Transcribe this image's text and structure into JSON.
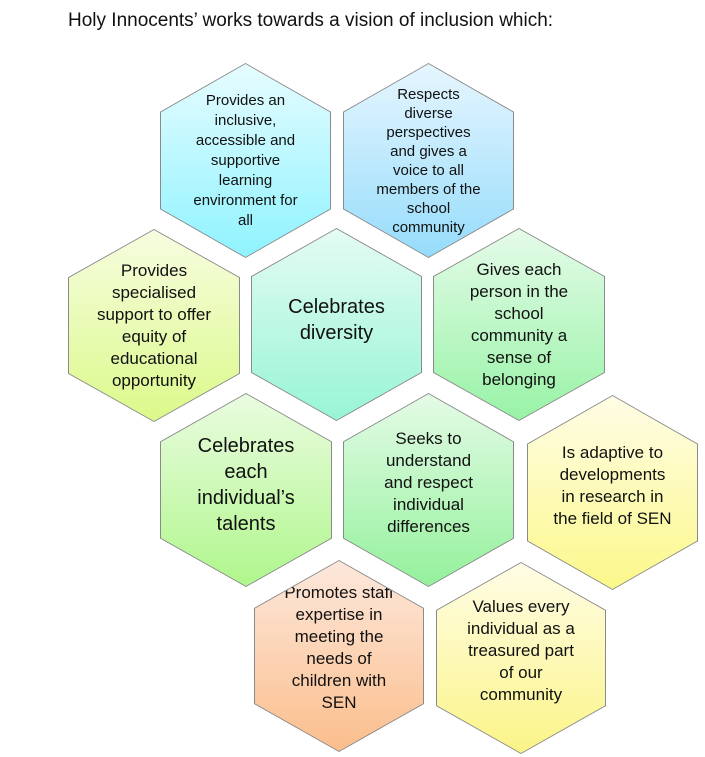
{
  "title": "Holy Innocents’ works towards a vision of inclusion which:",
  "hexagons": [
    {
      "text": "Provides an inclusive, accessible and supportive learning environment for all",
      "color_top": "#e6fcff",
      "color_bottom": "#8ff3ff"
    },
    {
      "text": "Respects diverse perspectives and gives a voice to all members of the school community",
      "color_top": "#e6f6ff",
      "color_bottom": "#96dcfb"
    },
    {
      "text": "Provides specialised support to offer equity of educational opportunity",
      "color_top": "#f6fde0",
      "color_bottom": "#dcf98a"
    },
    {
      "text": "Celebrates diversity",
      "color_top": "#e4fbf4",
      "color_bottom": "#98f5d5"
    },
    {
      "text": "Gives each person in the school community a sense of belonging",
      "color_top": "#e5fbe9",
      "color_bottom": "#98f3a6"
    },
    {
      "text": "Celebrates each individual’s talents",
      "color_top": "#eafce0",
      "color_bottom": "#b0f68c"
    },
    {
      "text": "Seeks to understand and respect individual differences",
      "color_top": "#e4fbe6",
      "color_bottom": "#94f19c"
    },
    {
      "text": "Is adaptive to developments in research in the field of SEN",
      "color_top": "#fffde6",
      "color_bottom": "#fbf88a"
    },
    {
      "text": "Promotes staff expertise in meeting the needs of children with SEN",
      "color_top": "#fde8dc",
      "color_bottom": "#fbbe8c"
    },
    {
      "text": "Values every individual as a treasured part of our community",
      "color_top": "#fffde6",
      "color_bottom": "#fbf488"
    }
  ]
}
